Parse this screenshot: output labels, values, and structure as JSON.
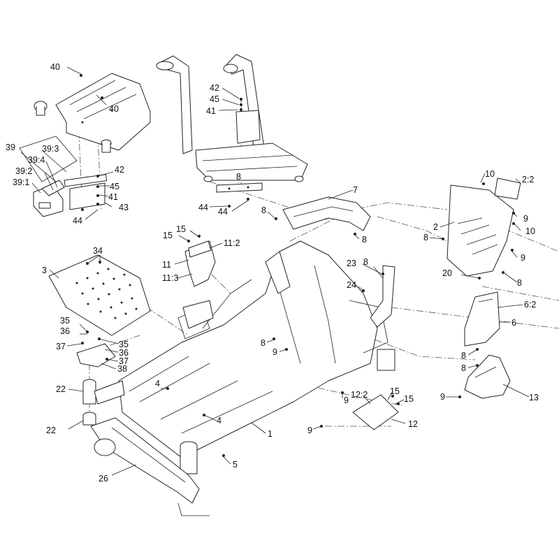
{
  "diagram": {
    "callouts": [
      {
        "id": "c40a",
        "text": "40"
      },
      {
        "id": "c40b",
        "text": "40"
      },
      {
        "id": "c39",
        "text": "39"
      },
      {
        "id": "c39_3",
        "text": "39:3"
      },
      {
        "id": "c39_4",
        "text": "39:4"
      },
      {
        "id": "c39_2",
        "text": "39:2"
      },
      {
        "id": "c39_1",
        "text": "39:1"
      },
      {
        "id": "c42a",
        "text": "42"
      },
      {
        "id": "c45a",
        "text": "45"
      },
      {
        "id": "c41a",
        "text": "41"
      },
      {
        "id": "c43",
        "text": "43"
      },
      {
        "id": "c44a",
        "text": "44"
      },
      {
        "id": "c42b",
        "text": "42"
      },
      {
        "id": "c45b",
        "text": "45"
      },
      {
        "id": "c41b",
        "text": "41"
      },
      {
        "id": "c8a",
        "text": "8"
      },
      {
        "id": "c44b",
        "text": "44"
      },
      {
        "id": "c44c",
        "text": "44"
      },
      {
        "id": "c7",
        "text": "7"
      },
      {
        "id": "c8b",
        "text": "8"
      },
      {
        "id": "c8c",
        "text": "8"
      },
      {
        "id": "c10a",
        "text": "10"
      },
      {
        "id": "c2_2",
        "text": "2:2"
      },
      {
        "id": "c9a",
        "text": "9"
      },
      {
        "id": "c2",
        "text": "2"
      },
      {
        "id": "c10b",
        "text": "10"
      },
      {
        "id": "c8d",
        "text": "8"
      },
      {
        "id": "c9b",
        "text": "9"
      },
      {
        "id": "c20",
        "text": "20"
      },
      {
        "id": "c8e",
        "text": "8"
      },
      {
        "id": "c15a",
        "text": "15"
      },
      {
        "id": "c15b",
        "text": "15"
      },
      {
        "id": "c11_2",
        "text": "11:2"
      },
      {
        "id": "c11",
        "text": "11"
      },
      {
        "id": "c11_3",
        "text": "11:3"
      },
      {
        "id": "c34",
        "text": "34"
      },
      {
        "id": "c3",
        "text": "3"
      },
      {
        "id": "c23",
        "text": "23"
      },
      {
        "id": "c8f",
        "text": "8"
      },
      {
        "id": "c24",
        "text": "24"
      },
      {
        "id": "c6_2",
        "text": "6:2"
      },
      {
        "id": "c6",
        "text": "6"
      },
      {
        "id": "c35a",
        "text": "35"
      },
      {
        "id": "c36a",
        "text": "36"
      },
      {
        "id": "c35b",
        "text": "35"
      },
      {
        "id": "c37a",
        "text": "37"
      },
      {
        "id": "c36b",
        "text": "36"
      },
      {
        "id": "c37b",
        "text": "37"
      },
      {
        "id": "c38",
        "text": "38"
      },
      {
        "id": "c8g",
        "text": "8"
      },
      {
        "id": "c9c",
        "text": "9"
      },
      {
        "id": "c8h",
        "text": "8"
      },
      {
        "id": "c8i",
        "text": "8"
      },
      {
        "id": "c13",
        "text": "13"
      },
      {
        "id": "c9d",
        "text": "9"
      },
      {
        "id": "c22a",
        "text": "22"
      },
      {
        "id": "c4a",
        "text": "4"
      },
      {
        "id": "c9e",
        "text": "9"
      },
      {
        "id": "c12_2",
        "text": "12:2"
      },
      {
        "id": "c15c",
        "text": "15"
      },
      {
        "id": "c15d",
        "text": "15"
      },
      {
        "id": "c4b",
        "text": "4"
      },
      {
        "id": "c22b",
        "text": "22"
      },
      {
        "id": "c1",
        "text": "1"
      },
      {
        "id": "c12",
        "text": "12"
      },
      {
        "id": "c9f",
        "text": "9"
      },
      {
        "id": "c5",
        "text": "5"
      },
      {
        "id": "c26",
        "text": "26"
      }
    ]
  }
}
